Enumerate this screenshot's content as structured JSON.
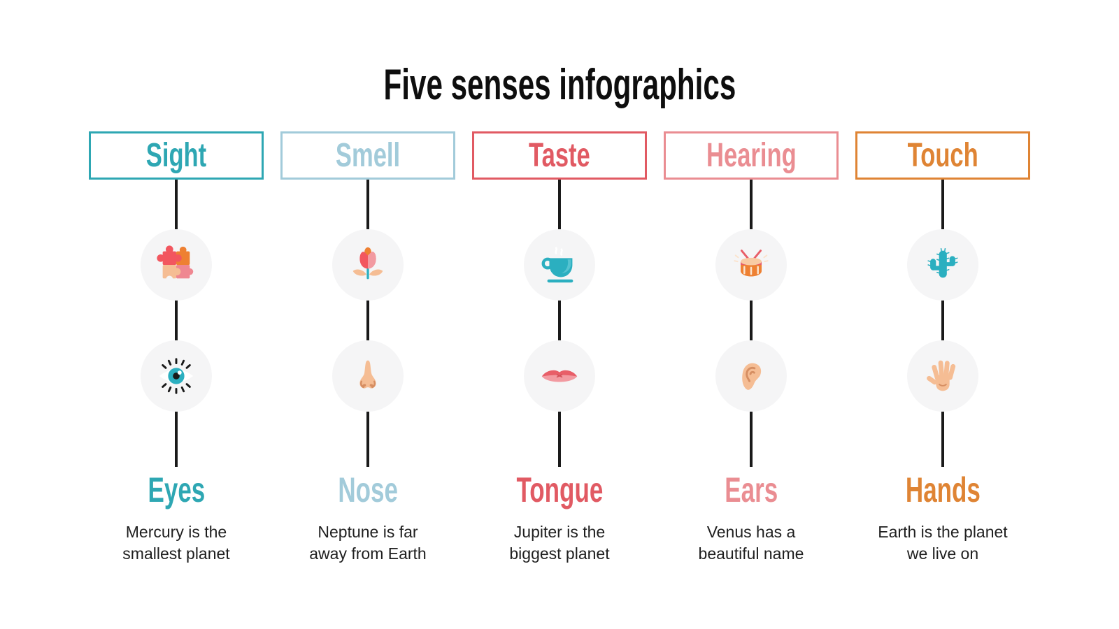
{
  "title": "Five senses infographics",
  "senses": [
    {
      "title": "Sight",
      "organ": "Eyes",
      "description": [
        "Mercury is the",
        "smallest planet"
      ],
      "color": "#2ea7b3",
      "icon_top": "puzzle-icon",
      "icon_bottom": "eye-icon"
    },
    {
      "title": "Smell",
      "organ": "Nose",
      "description": [
        "Neptune is far",
        "away from Earth"
      ],
      "color": "#a2cbda",
      "icon_top": "tulip-icon",
      "icon_bottom": "nose-icon"
    },
    {
      "title": "Taste",
      "organ": "Tongue",
      "description": [
        "Jupiter is the",
        "biggest planet"
      ],
      "color": "#e15a63",
      "icon_top": "coffee-cup-icon",
      "icon_bottom": "lips-icon"
    },
    {
      "title": "Hearing",
      "organ": "Ears",
      "description": [
        "Venus has a",
        "beautiful name"
      ],
      "color": "#ea8d92",
      "icon_top": "drum-icon",
      "icon_bottom": "ear-icon"
    },
    {
      "title": "Touch",
      "organ": "Hands",
      "description": [
        "Earth is the planet",
        "we live on"
      ],
      "color": "#df8434",
      "icon_top": "cactus-icon",
      "icon_bottom": "hand-icon"
    }
  ],
  "palette": {
    "line-black": "#1a1a1a",
    "circle-bg": "#f5f5f6",
    "text-dark": "#1f1f1f",
    "icon-red": "#f2565f",
    "icon-orange": "#ee8032",
    "icon-peach": "#f5bd94",
    "icon-peach-dark": "#d68e62",
    "icon-pink": "#ef8791",
    "icon-pink-light": "#f29aa1",
    "icon-lip-red": "#e85e68",
    "icon-lip-dark": "#d44f58",
    "icon-teal": "#2bafc0",
    "icon-teal-light": "#55c3d1",
    "icon-cream": "#f8cba4",
    "icon-cream-light": "#fbe3cd",
    "icon-white": "#ffffff"
  }
}
